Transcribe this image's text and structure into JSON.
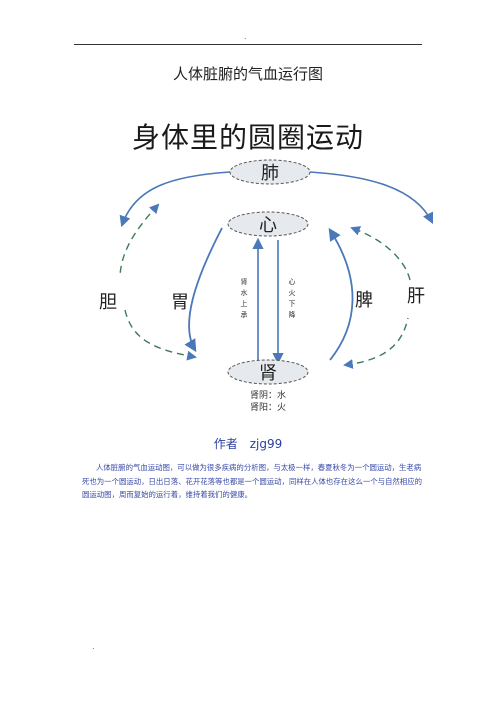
{
  "header": {
    "mark": "."
  },
  "doc_title": "人体脏腑的气血运行图",
  "diagram": {
    "title": "身体里的圆圈运动",
    "organs": {
      "lung": "肺",
      "heart": "心",
      "kidney": "肾",
      "gallbladder": "胆",
      "stomach": "胃",
      "spleen": "脾",
      "liver": "肝"
    },
    "left_vertical": [
      "肾",
      "水",
      "上",
      "承"
    ],
    "right_vertical": [
      "心",
      "火",
      "下",
      "降"
    ],
    "kidney_notes": [
      "肾阴：水",
      "肾阳：火"
    ],
    "colors": {
      "arrow": "#4a78b8",
      "ellipse_fill": "#e6e9ee",
      "ellipse_stroke": "#555555",
      "text": "#222222"
    }
  },
  "author": "作者　zjg99",
  "description": "人体脏腑的气血运动图，可以做为很多疾病的分析图，与太极一样，春夏秋冬为一个圆运动，生老病死也为一个圆运动，日出日落、花开花落等也都是一个圆运动，同样在人体也存在这么一个与自然相应的圆运动图，周而复始的运行着，维持着我们的健康。",
  "footer": {
    "mark": "."
  }
}
